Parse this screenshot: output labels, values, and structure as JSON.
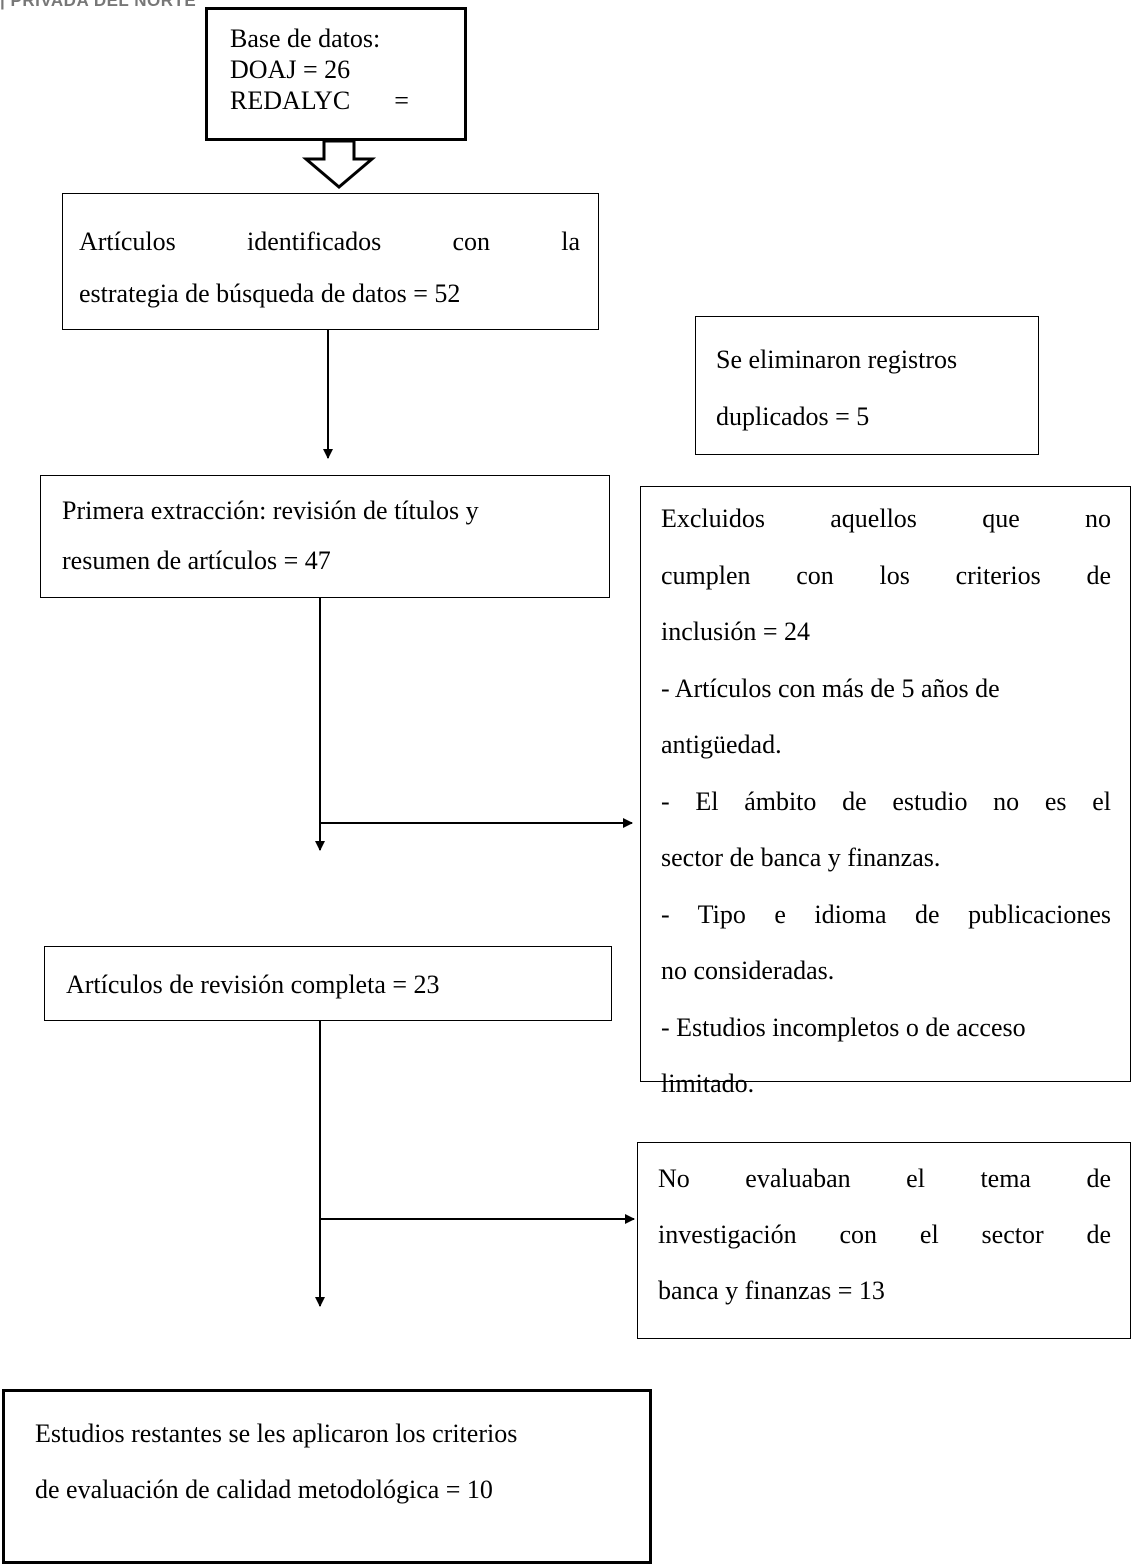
{
  "header": {
    "text": "| PRIVADA DEL NORTE"
  },
  "flowchart": {
    "database_box": {
      "line1": "Base de datos:",
      "line2": "DOAJ = 26",
      "line3_a": "REDALYC",
      "line3_b": "="
    },
    "identified_box": {
      "line1_words": [
        "Artículos",
        "identificados",
        "con",
        "la"
      ],
      "line2": "estrategia de búsqueda de datos = 52"
    },
    "duplicates_box": {
      "line1": "Se eliminaron registros",
      "line2": "duplicados = 5"
    },
    "first_extraction_box": {
      "line1": "Primera extracción: revisión de títulos y",
      "line2": "resumen de artículos = 47"
    },
    "excluded_box": {
      "line1_words": [
        "Excluidos",
        "aquellos",
        "que",
        "no"
      ],
      "line2_words": [
        "cumplen",
        "con",
        "los",
        "criterios",
        "de"
      ],
      "line3": "inclusión = 24",
      "item1_a": "- Artículos con más de 5 años de",
      "item1_b": "antigüedad.",
      "item2_words": [
        "-",
        "El",
        "ámbito",
        "de",
        "estudio",
        "no",
        "es",
        "el"
      ],
      "item2_b": "sector de banca y finanzas.",
      "item3_words": [
        "-",
        "Tipo",
        "e",
        "idioma",
        "de",
        "publicaciones"
      ],
      "item3_b": "no consideradas.",
      "item4_a": "- Estudios incompletos o de acceso",
      "item4_b": "limitado."
    },
    "full_review_box": {
      "text": "Artículos de revisión completa = 23"
    },
    "not_evaluated_box": {
      "line1_words": [
        "No",
        "evaluaban",
        "el",
        "tema",
        "de"
      ],
      "line2_words": [
        "investigación",
        "con",
        "el",
        "sector",
        "de"
      ],
      "line3": "banca y finanzas = 13"
    },
    "remaining_box": {
      "line1": "Estudios restantes se les aplicaron los criterios",
      "line2": "de evaluación de calidad metodológica = 10"
    }
  }
}
